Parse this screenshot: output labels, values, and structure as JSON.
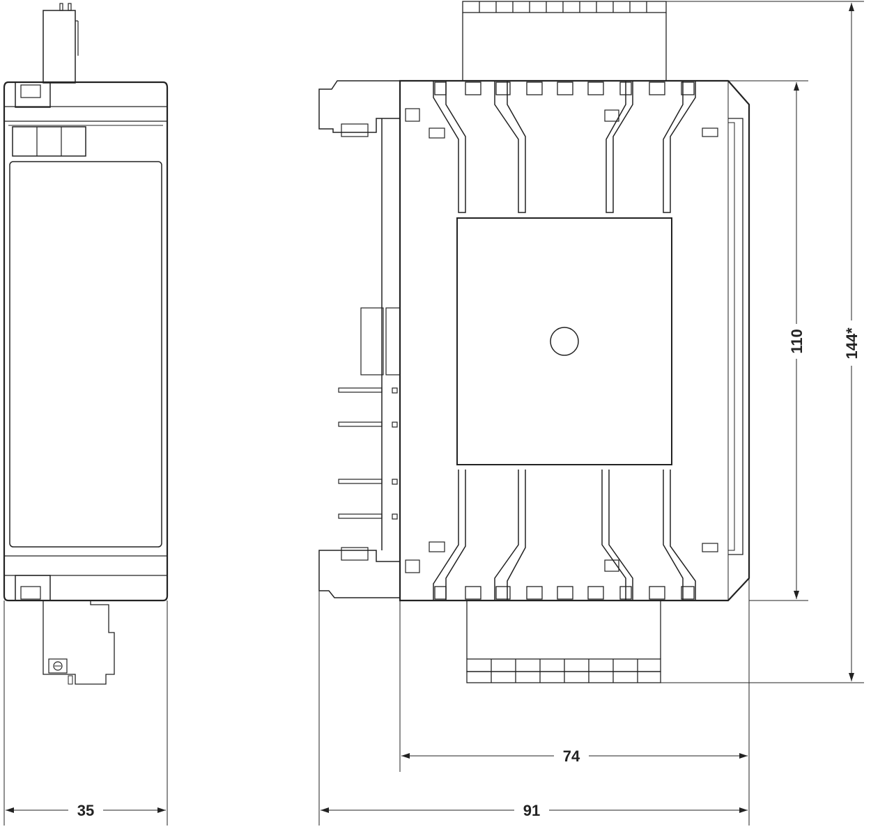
{
  "drawing": {
    "line_color": "#222222",
    "background": "#ffffff"
  },
  "dimensions": {
    "width_side": "35",
    "depth_body": "74",
    "depth_total": "91",
    "height_body": "110",
    "height_total": "144*"
  }
}
